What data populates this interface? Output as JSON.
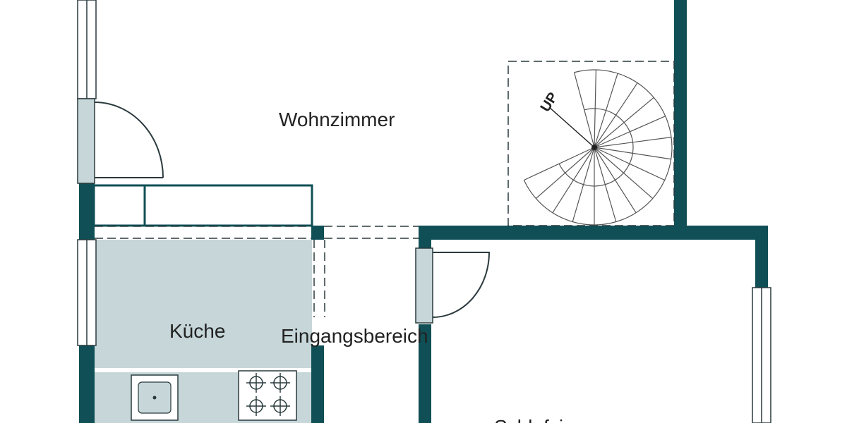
{
  "floorplan": {
    "rooms": {
      "living": "Wohnzimmer",
      "kitchen": "Küche",
      "entrance": "Eingangsbereich",
      "bedroom": "Schlafzimmer"
    },
    "stair_label": "UP"
  },
  "colors": {
    "wall": "#0f4f55",
    "floor_tint": "#c6d6d9",
    "line": "#2a3a3d",
    "background": "#ffffff"
  }
}
